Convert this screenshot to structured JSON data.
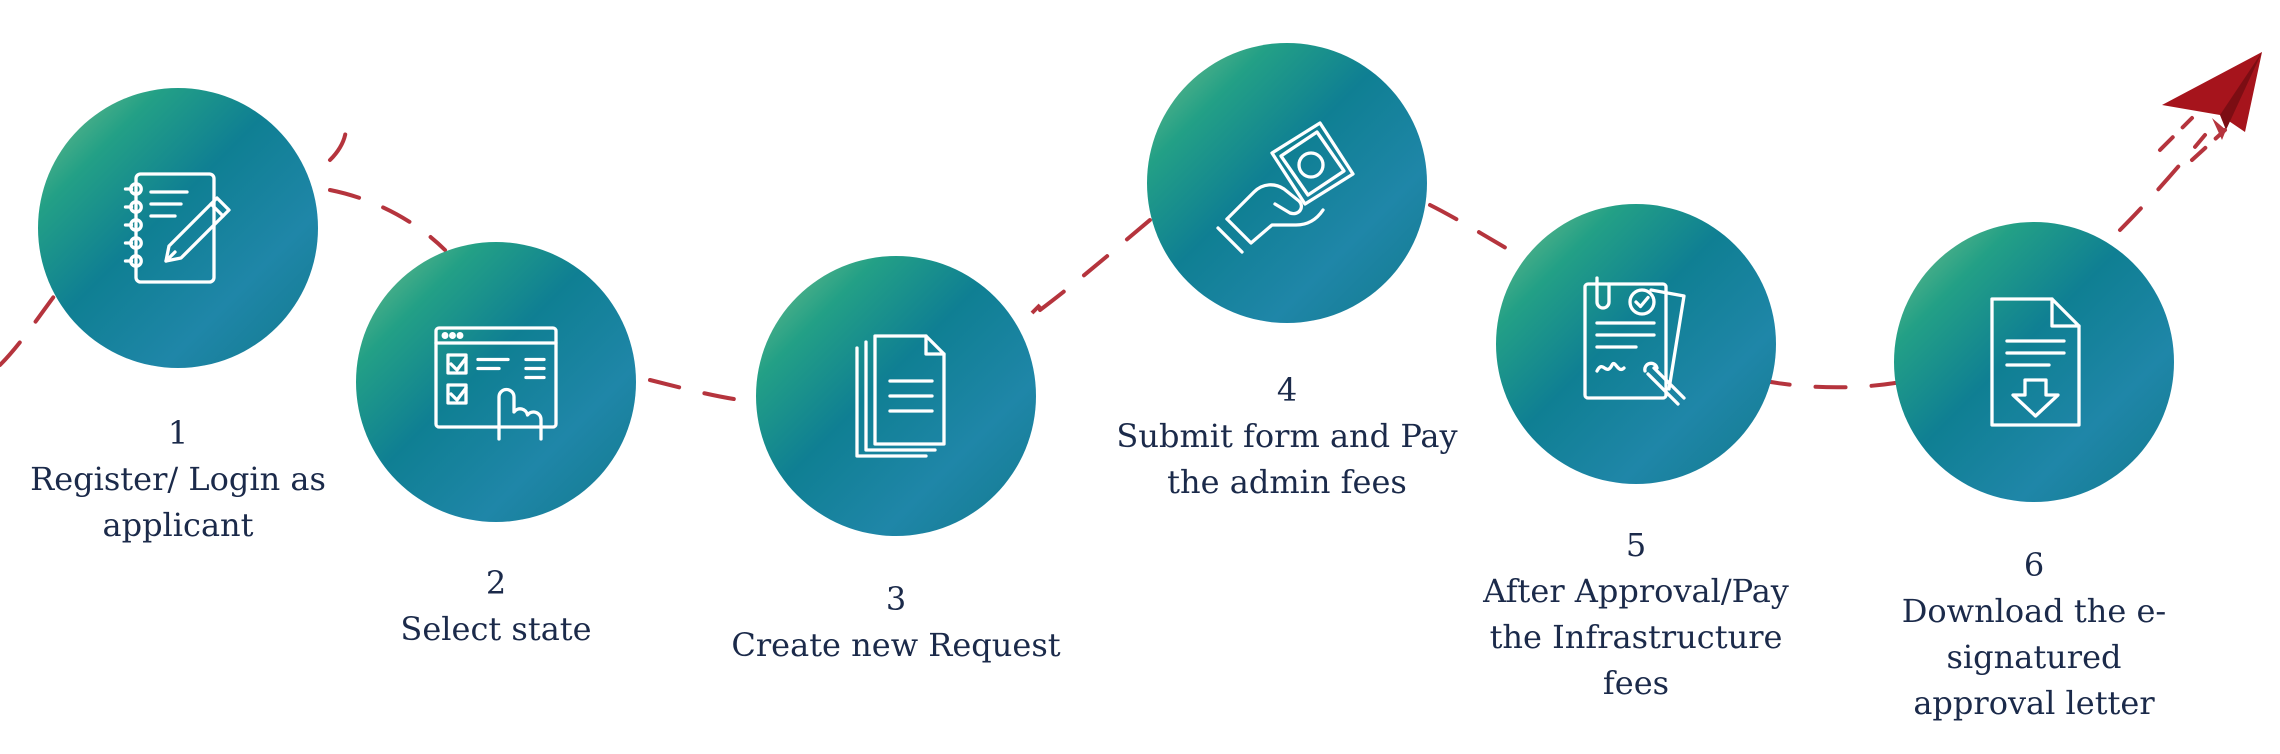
{
  "steps": [
    {
      "number": "1",
      "text": "Register/ Login as applicant",
      "icon": "notebook-pencil-icon"
    },
    {
      "number": "2",
      "text": "Select state",
      "icon": "checklist-click-icon"
    },
    {
      "number": "3",
      "text": "Create new Request",
      "icon": "documents-icon"
    },
    {
      "number": "4",
      "text": "Submit form and Pay the admin fees",
      "icon": "hand-money-icon"
    },
    {
      "number": "5",
      "text": "After Approval/Pay the Infrastructure fees",
      "icon": "signed-contract-icon"
    },
    {
      "number": "6",
      "text": "Download the e-signatured approval letter",
      "icon": "document-download-icon"
    }
  ],
  "colors": {
    "circle_gradient": [
      "#1f86a8",
      "#0f7f93",
      "#23a086",
      "#7cc28b"
    ],
    "path_dash": "#b5343d",
    "plane": "#a6141c",
    "label_text": "#1b2a4a"
  },
  "decoration": {
    "end_icon": "paper-plane-icon"
  }
}
